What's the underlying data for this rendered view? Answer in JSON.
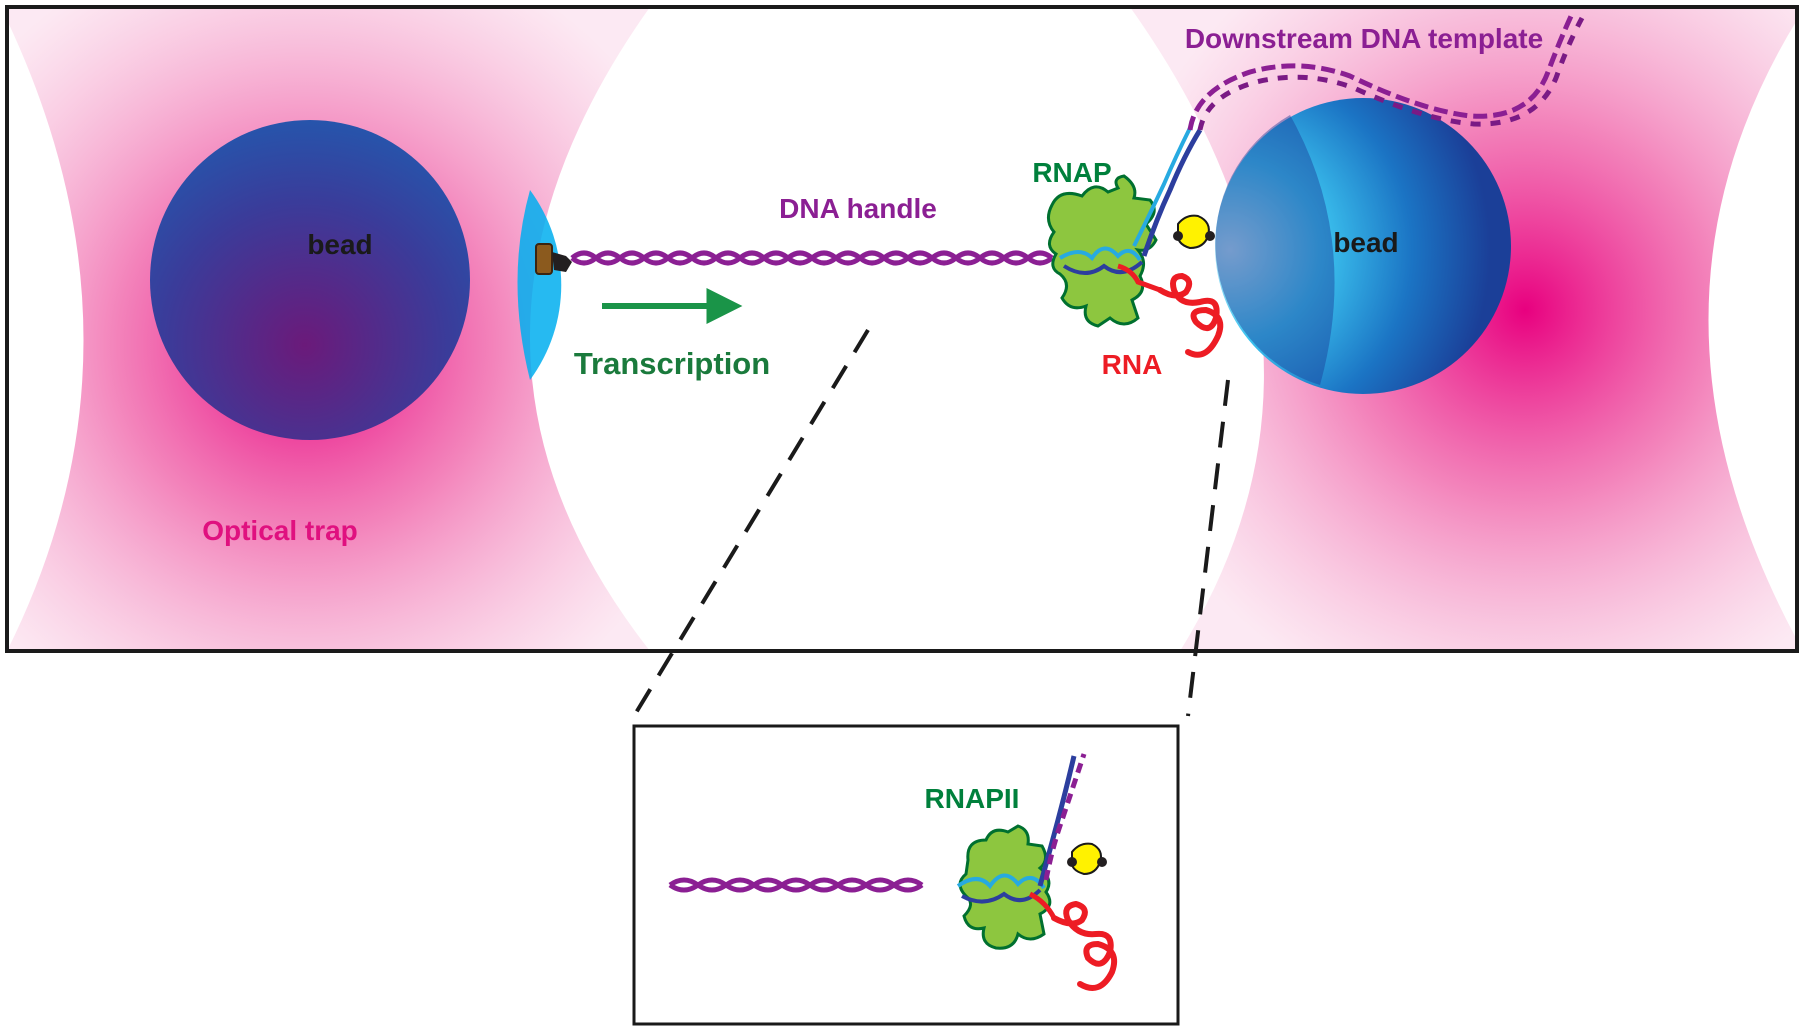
{
  "labels": {
    "left_bead": "bead",
    "right_bead": "bead",
    "dna_handle": "DNA handle",
    "rnap": "RNAP",
    "rna": "RNA",
    "transcription": "Transcription",
    "optical_trap": "Optical trap",
    "downstream_template": "Downstream DNA template",
    "inset_rnap": "RNAPII"
  },
  "colors": {
    "trap_pink": "#e8007f",
    "bead_blue": "#1b4fa6",
    "bead_cyan": "#00aeef",
    "dna_purple": "#8b1f93",
    "dna_blue": "#2c3e9e",
    "dna_light_blue": "#27aae1",
    "rnap_green": "#8dc63f",
    "rnap_outline": "#00702f",
    "label_green": "#00803c",
    "rna_red": "#ed1c24",
    "arrow_green": "#1a9448",
    "fluor_yellow": "#fff200",
    "label_purple": "#8b1f93",
    "label_pink": "#e0107f"
  },
  "icons": {
    "direction_arrow": "right-arrow-icon",
    "fluorophore": "fluorophore-icon",
    "linker": "biotin-linker-icon"
  }
}
